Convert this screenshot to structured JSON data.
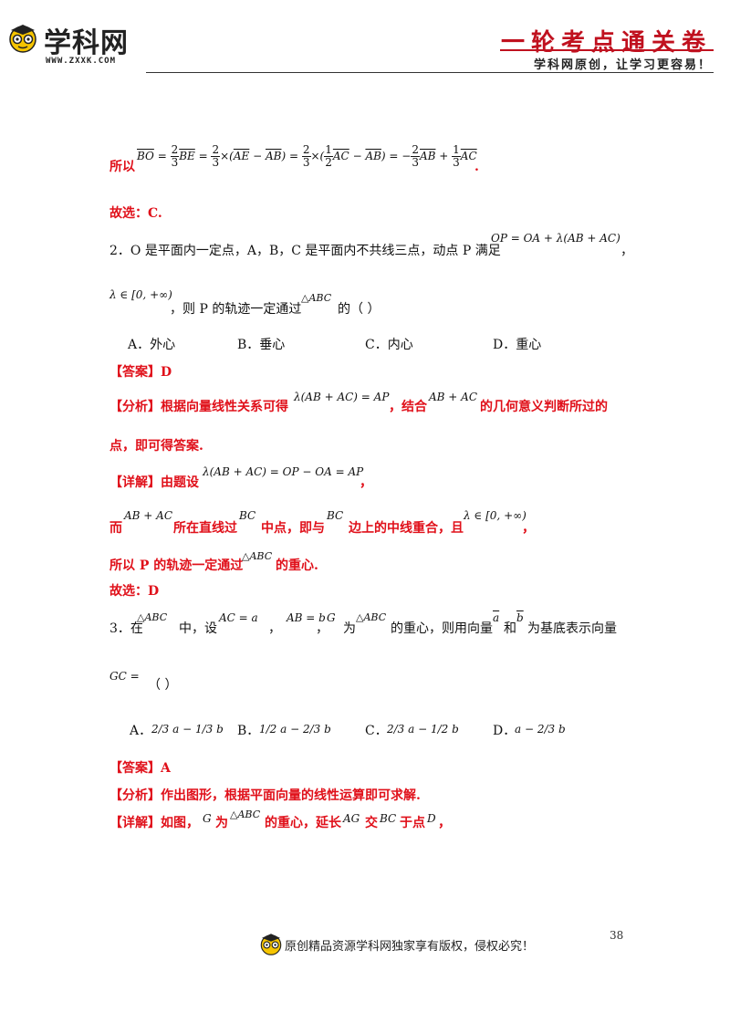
{
  "header": {
    "logo_text": "学科网",
    "logo_url": "WWW.ZXXK.COM",
    "title": "一轮考点通关卷",
    "subtitle": "学科网原创，让学习更容易！"
  },
  "prev": {
    "so_label": "所以",
    "formula": "BO = 2/3 BE = 2/3 × (AE − AB) = 2/3 × (1/2 AC − AB) = −2/3 AB + 1/3 AC",
    "choose": "故选：C."
  },
  "q2": {
    "stem_a": "2．O 是平面内一定点，A，B，C 是平面内不共线三点，动点 P 满足",
    "stem_formula": "OP = OA + λ(AB + AC)",
    "comma": "，",
    "lambda_range": "λ ∈ [0, +∞)",
    "stem_b": "，则 P 的轨迹一定通过",
    "triangle": "△ABC",
    "stem_c": "的（    ）",
    "options": [
      "A．外心",
      "B．垂心",
      "C．内心",
      "D．重心"
    ],
    "answer": "【答案】D",
    "analysis_a": "【分析】根据向量线性关系可得",
    "analysis_formula": "λ(AB + AC) = AP",
    "analysis_b": "，结合",
    "analysis_formula2": "AB + AC",
    "analysis_c": "的几何意义判断所过的",
    "analysis_d": "点，即可得答案.",
    "detail_a": "【详解】由题设",
    "detail_formula": "λ(AB + AC) = OP − OA = AP",
    "detail_comma": "，",
    "line2_a": "而",
    "line2_f1": "AB + AC",
    "line2_b": "所在直线过",
    "line2_bc": "BC",
    "line2_c": "中点，即与",
    "line2_bc2": "BC",
    "line2_d": "边上的中线重合，且",
    "line2_lambda": "λ ∈ [0, +∞)",
    "line2_e": "，",
    "line3_a": "所以 P 的轨迹一定通过",
    "line3_tri": "△ABC",
    "line3_b": "的重心.",
    "choose": "故选：D"
  },
  "q3": {
    "s1": "3．在",
    "tri": "△ABC",
    "s2": "中，设",
    "f1": "AC = a",
    "s3": "，",
    "f2": "AB = b",
    "s4": "，",
    "g": "G",
    "s5": "为",
    "tri2": "△ABC",
    "s6": "的重心，则用向量",
    "va": "a",
    "s7": "和",
    "vb": "b",
    "s8": "为基底表示向量",
    "gc": "GC =",
    "paren": "（    ）",
    "options": [
      {
        "label": "A．",
        "text": "2/3 a − 1/3 b"
      },
      {
        "label": "B．",
        "text": "1/2 a − 2/3 b"
      },
      {
        "label": "C．",
        "text": "2/3 a − 1/2 b"
      },
      {
        "label": "D．",
        "text": "a − 2/3 b"
      }
    ],
    "answer": "【答案】A",
    "analysis": "【分析】作出图形，根据平面向量的线性运算即可求解.",
    "detail_a": "【详解】如图，",
    "detail_g": "G",
    "detail_b": "为",
    "detail_tri": "△ABC",
    "detail_c": "的重心，延长",
    "detail_ag": "AG",
    "detail_d": "交",
    "detail_bc": "BC",
    "detail_e": "于点",
    "detail_dpt": "D",
    "detail_f": "，"
  },
  "footer": {
    "text": "原创精品资源学科网独家享有版权，侵权必究！",
    "page": "38"
  }
}
